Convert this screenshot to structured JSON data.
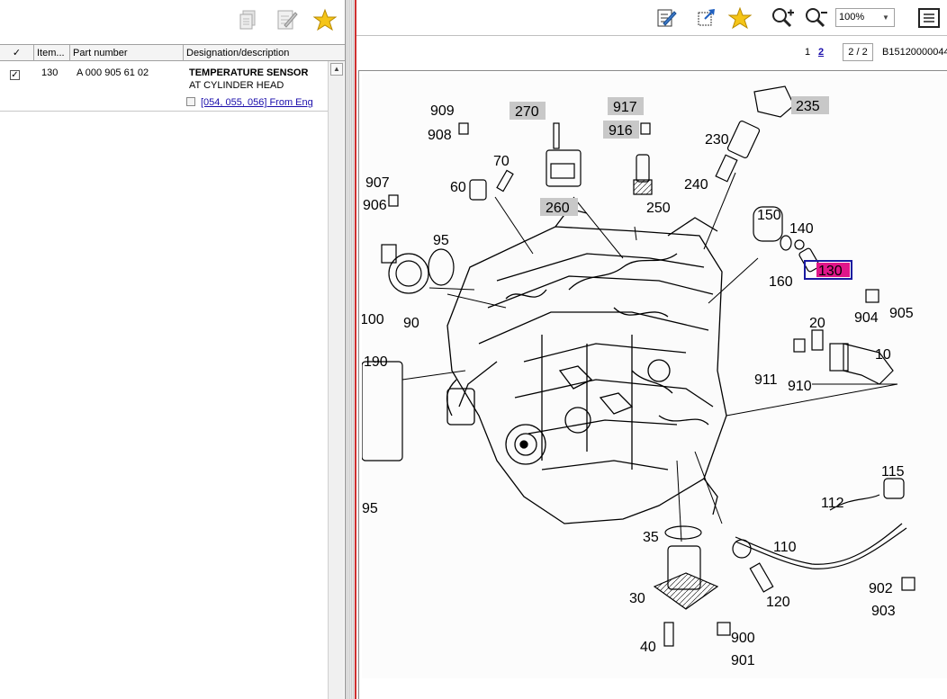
{
  "left_toolbar": {
    "icons": [
      "copy-icon",
      "edit-list-icon",
      "favorite-star-icon"
    ]
  },
  "parts_table": {
    "columns": [
      "✓",
      "Item...",
      "Part number",
      "Designation/description"
    ],
    "rows": [
      {
        "checked": true,
        "item": "130",
        "part_number": "A 000 905 61 02",
        "designation": "TEMPERATURE SENSOR",
        "description": "AT CYLINDER HEAD",
        "link": "[054, 055, 056] From Eng"
      }
    ]
  },
  "right_toolbar": {
    "icons": [
      "edit-notes-icon",
      "select-area-icon",
      "favorite-star-icon",
      "zoom-in-icon",
      "zoom-out-icon",
      "document-icon"
    ],
    "zoom_value": "100%"
  },
  "navigation": {
    "page_1": "1",
    "page_2": "2",
    "page_count": "2 / 2",
    "doc_code": "B15120000044"
  },
  "diagram": {
    "highlighted_label": "130",
    "labels": {
      "l909": "909",
      "l908": "908",
      "l270": "270",
      "l917": "917",
      "l916": "916",
      "l235": "235",
      "l230": "230",
      "l70": "70",
      "l60": "60",
      "l907": "907",
      "l906": "906",
      "l240": "240",
      "l260": "260",
      "l250": "250",
      "l150": "150",
      "l140": "140",
      "l95a": "95",
      "l160": "160",
      "l100": "100",
      "l90": "90",
      "l904": "904",
      "l905": "905",
      "l20": "20",
      "l190": "190",
      "l10": "10",
      "l911": "911",
      "l910": "910",
      "l115": "115",
      "l112": "112",
      "l95b": "95",
      "l35": "35",
      "l110": "110",
      "l902": "902",
      "l903": "903",
      "l30": "30",
      "l120": "120",
      "l900": "900",
      "l40": "40",
      "l901": "901"
    }
  }
}
